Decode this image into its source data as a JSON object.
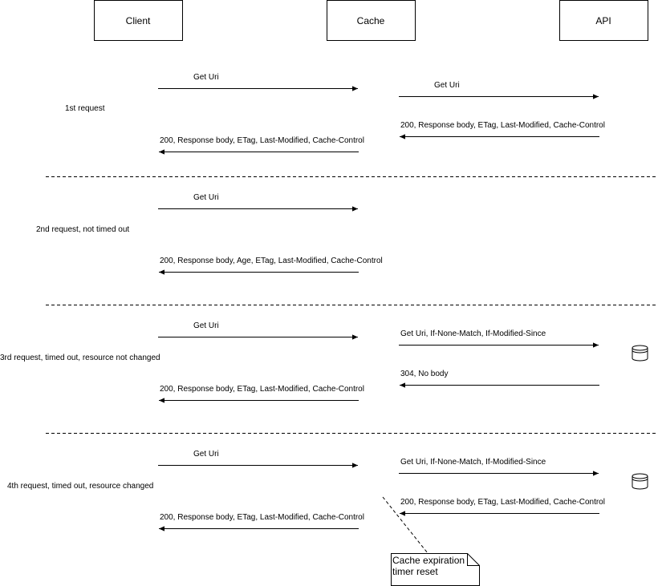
{
  "actors": {
    "client": "Client",
    "cache": "Cache",
    "api": "API"
  },
  "scenarios": [
    {
      "label": "1st request",
      "messages": [
        "Get Uri",
        "Get Uri",
        "200, Response body, ETag, Last-Modified, Cache-Control",
        "200, Response body, ETag, Last-Modified, Cache-Control"
      ]
    },
    {
      "label": "2nd request, not timed out",
      "messages": [
        "Get Uri",
        "200, Response body, Age, ETag, Last-Modified, Cache-Control"
      ]
    },
    {
      "label": "3rd request, timed out, resource not changed",
      "messages": [
        "Get Uri",
        "Get Uri, If-None-Match, If-Modified-Since",
        "304, No body",
        "200, Response body, ETag, Last-Modified, Cache-Control"
      ]
    },
    {
      "label": "4th request, timed out, resource changed",
      "messages": [
        "Get Uri",
        "Get Uri, If-None-Match, If-Modified-Since",
        "200, Response body, ETag, Last-Modified, Cache-Control",
        "200, Response body, ETag, Last-Modified, Cache-Control"
      ]
    }
  ],
  "note": {
    "line1": "Cache expiration",
    "line2": "timer reset"
  },
  "icons": [
    "database-icon",
    "database-icon"
  ],
  "colors": {
    "stroke": "#000000",
    "background": "#ffffff"
  }
}
